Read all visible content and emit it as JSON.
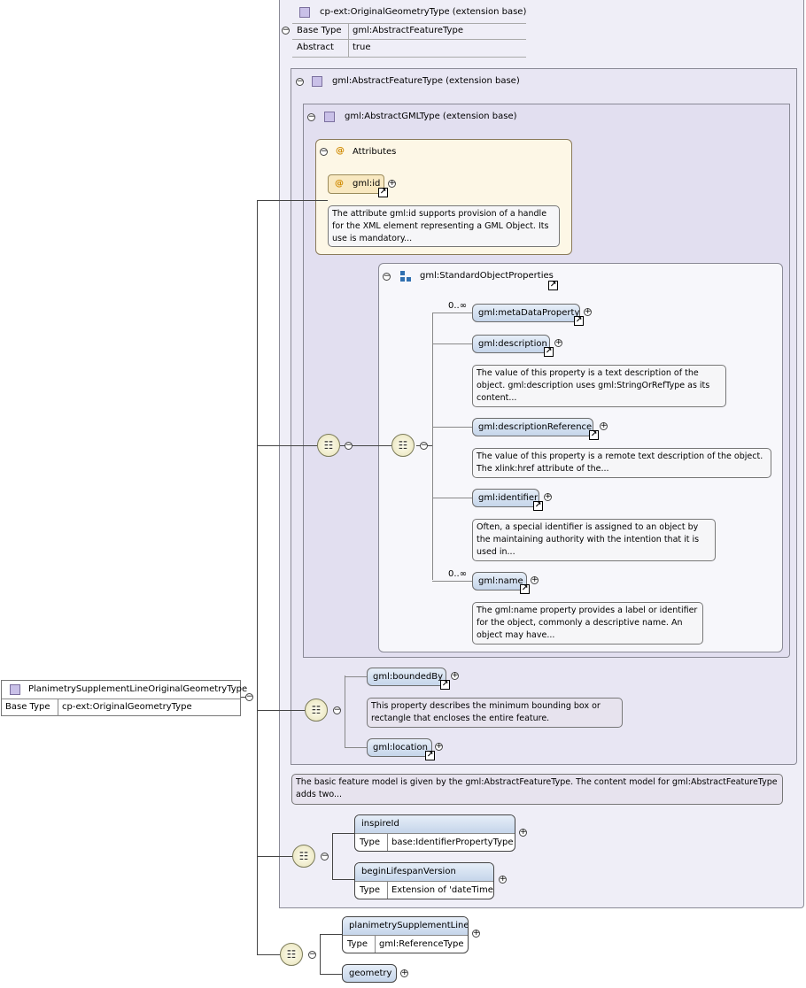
{
  "root": {
    "name": "PlanimetrySupplementLineOriginalGeometryType",
    "base_type_label": "Base Type",
    "base_type_value": "cp-ext:OriginalGeometryType"
  },
  "ext_base": {
    "title": "cp-ext:OriginalGeometryType (extension base)",
    "rows": [
      {
        "label": "Base Type",
        "value": "gml:AbstractFeatureType"
      },
      {
        "label": "Abstract",
        "value": "true"
      }
    ]
  },
  "feature": {
    "title": "gml:AbstractFeatureType (extension base)",
    "note": "The basic feature model is given by the gml:AbstractFeatureType. The content model for gml:AbstractFeatureType adds two..."
  },
  "gml_type": {
    "title": "gml:AbstractGMLType (extension base)"
  },
  "attributes": {
    "title": "Attributes",
    "at_symbol": "@",
    "attr_name": "gml:id",
    "attr_doc": "The attribute gml:id supports provision of a handle for the XML element representing a GML Object. Its use is mandatory..."
  },
  "std_props": {
    "title": "gml:StandardObjectProperties",
    "items": [
      {
        "name": "gml:metaDataProperty",
        "occurs": "0..∞",
        "doc": ""
      },
      {
        "name": "gml:description",
        "occurs": "",
        "doc": "The value of this property is a text description of the object. gml:description uses gml:StringOrRefType as its content..."
      },
      {
        "name": "gml:descriptionReference",
        "occurs": "",
        "doc": "The value of this property is a remote text description of the object. The xlink:href attribute of the..."
      },
      {
        "name": "gml:identifier",
        "occurs": "",
        "doc": "Often, a special identifier is assigned to an object by the maintaining authority with the intention that it is used in..."
      },
      {
        "name": "gml:name",
        "occurs": "0..∞",
        "doc": "The gml:name property provides a label or identifier for the object, commonly a descriptive name. An object may have..."
      }
    ]
  },
  "bounded": {
    "name": "gml:boundedBy",
    "doc": "This property describes the minimum bounding box or rectangle that encloses the entire feature.",
    "location": "gml:location"
  },
  "inspire": {
    "name": "inspireId",
    "type_label": "Type",
    "type_value": "base:IdentifierPropertyType"
  },
  "lifespan": {
    "name": "beginLifespanVersion",
    "type_label": "Type",
    "type_value": "Extension of 'dateTime'"
  },
  "planimetry": {
    "name": "planimetrySupplementLine",
    "type_label": "Type",
    "type_value": "gml:ReferenceType"
  },
  "geometry": {
    "name": "geometry"
  },
  "symbols": {
    "minus": "−",
    "plus": "+",
    "link": "↗",
    "seq": "☷"
  },
  "colors": {
    "frame_bg": "#efeef7",
    "attr_bg": "#fdf7e6",
    "element_fill": "#c5d5ea"
  }
}
